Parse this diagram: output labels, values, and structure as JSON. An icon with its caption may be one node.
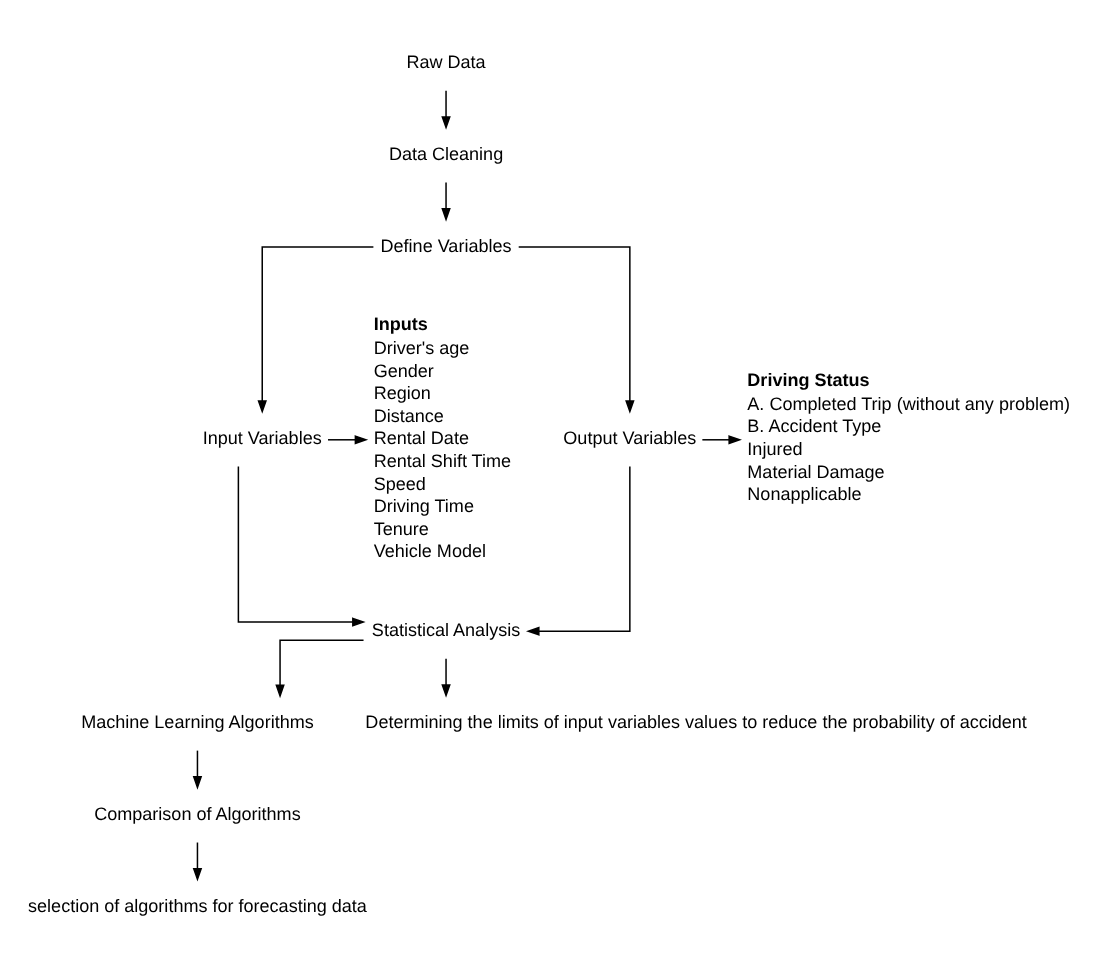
{
  "diagram": {
    "nodes": [
      {
        "text": [
          "Raw Data"
        ]
      },
      {
        "text": [
          "Data Cleaning"
        ]
      },
      {
        "text": [
          "Define Variables"
        ]
      },
      {
        "text": [
          "Input Variables"
        ]
      },
      {
        "text": [
          "Output Variables"
        ]
      },
      {
        "text": [
          "Inputs",
          "Driver's age",
          "Gender",
          "Region",
          "Distance",
          "Rental Date",
          "Rental Shift Time",
          "Speed",
          "Driving Time",
          "Tenure",
          "Vehicle Model"
        ]
      },
      {
        "text": [
          "Driving Status",
          "A. Completed Trip (without any problem)",
          "B. Accident Type",
          "Injured",
          "Material Damage",
          "Nonapplicable"
        ]
      },
      {
        "text": [
          "Statistical Analysis"
        ]
      },
      {
        "text": [
          "Machine Learning Algorithms"
        ]
      },
      {
        "text": [
          "Comparison of Algorithms"
        ]
      },
      {
        "text": [
          "selection of algorithms for forecasting data"
        ]
      },
      {
        "text": [
          "Determining the limits of input variables values to reduce the probability of accident"
        ]
      }
    ],
    "edges": [
      {
        "from": 0,
        "to": 1,
        "arrow": "to"
      },
      {
        "from": 1,
        "to": 2,
        "arrow": "to"
      },
      {
        "from": 2,
        "to": 3,
        "arrow": "to"
      },
      {
        "from": 2,
        "to": 4,
        "arrow": "to"
      },
      {
        "from": 3,
        "to": 5,
        "arrow": "to"
      },
      {
        "from": 4,
        "to": 6,
        "arrow": "to"
      },
      {
        "from": 3,
        "to": 7,
        "arrow": "to"
      },
      {
        "from": 4,
        "to": 7,
        "arrow": "to"
      },
      {
        "from": 7,
        "to": 8,
        "arrow": "to"
      },
      {
        "from": 8,
        "to": 9,
        "arrow": "to"
      },
      {
        "from": 9,
        "to": 10,
        "arrow": "to"
      },
      {
        "from": 7,
        "to": 11,
        "arrow": "to"
      }
    ]
  }
}
